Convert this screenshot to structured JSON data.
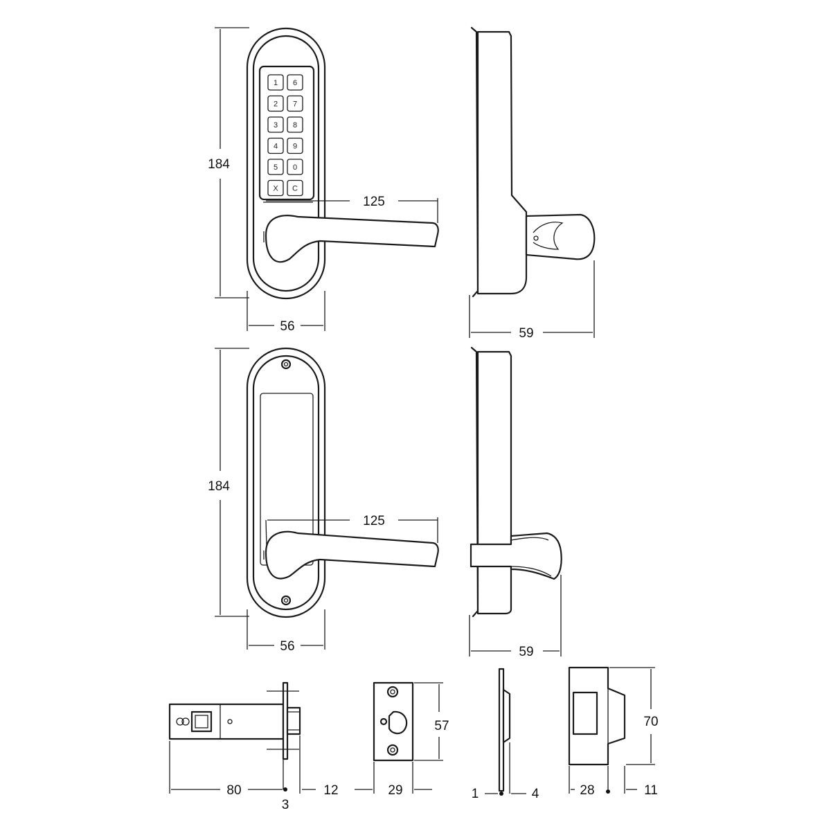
{
  "front_keypad": {
    "keys": [
      [
        "1",
        "6"
      ],
      [
        "2",
        "7"
      ],
      [
        "3",
        "8"
      ],
      [
        "4",
        "9"
      ],
      [
        "5",
        "0"
      ],
      [
        "X",
        "C"
      ]
    ]
  },
  "dimensions": {
    "keypad_height": "184",
    "keypad_lever_length": "125",
    "keypad_width": "56",
    "keypad_side_depth": "59",
    "back_height": "184",
    "back_lever_length": "125",
    "back_width": "56",
    "back_side_depth": "59",
    "latch_backset": "80",
    "latch_faceplate": "3",
    "latch_bolt_projection": "12",
    "faceplate_width": "29",
    "faceplate_height": "57",
    "side_plate_thickness": "1",
    "side_plate_offset": "4",
    "strike_width": "28",
    "strike_lip": "11",
    "strike_height": "70"
  }
}
